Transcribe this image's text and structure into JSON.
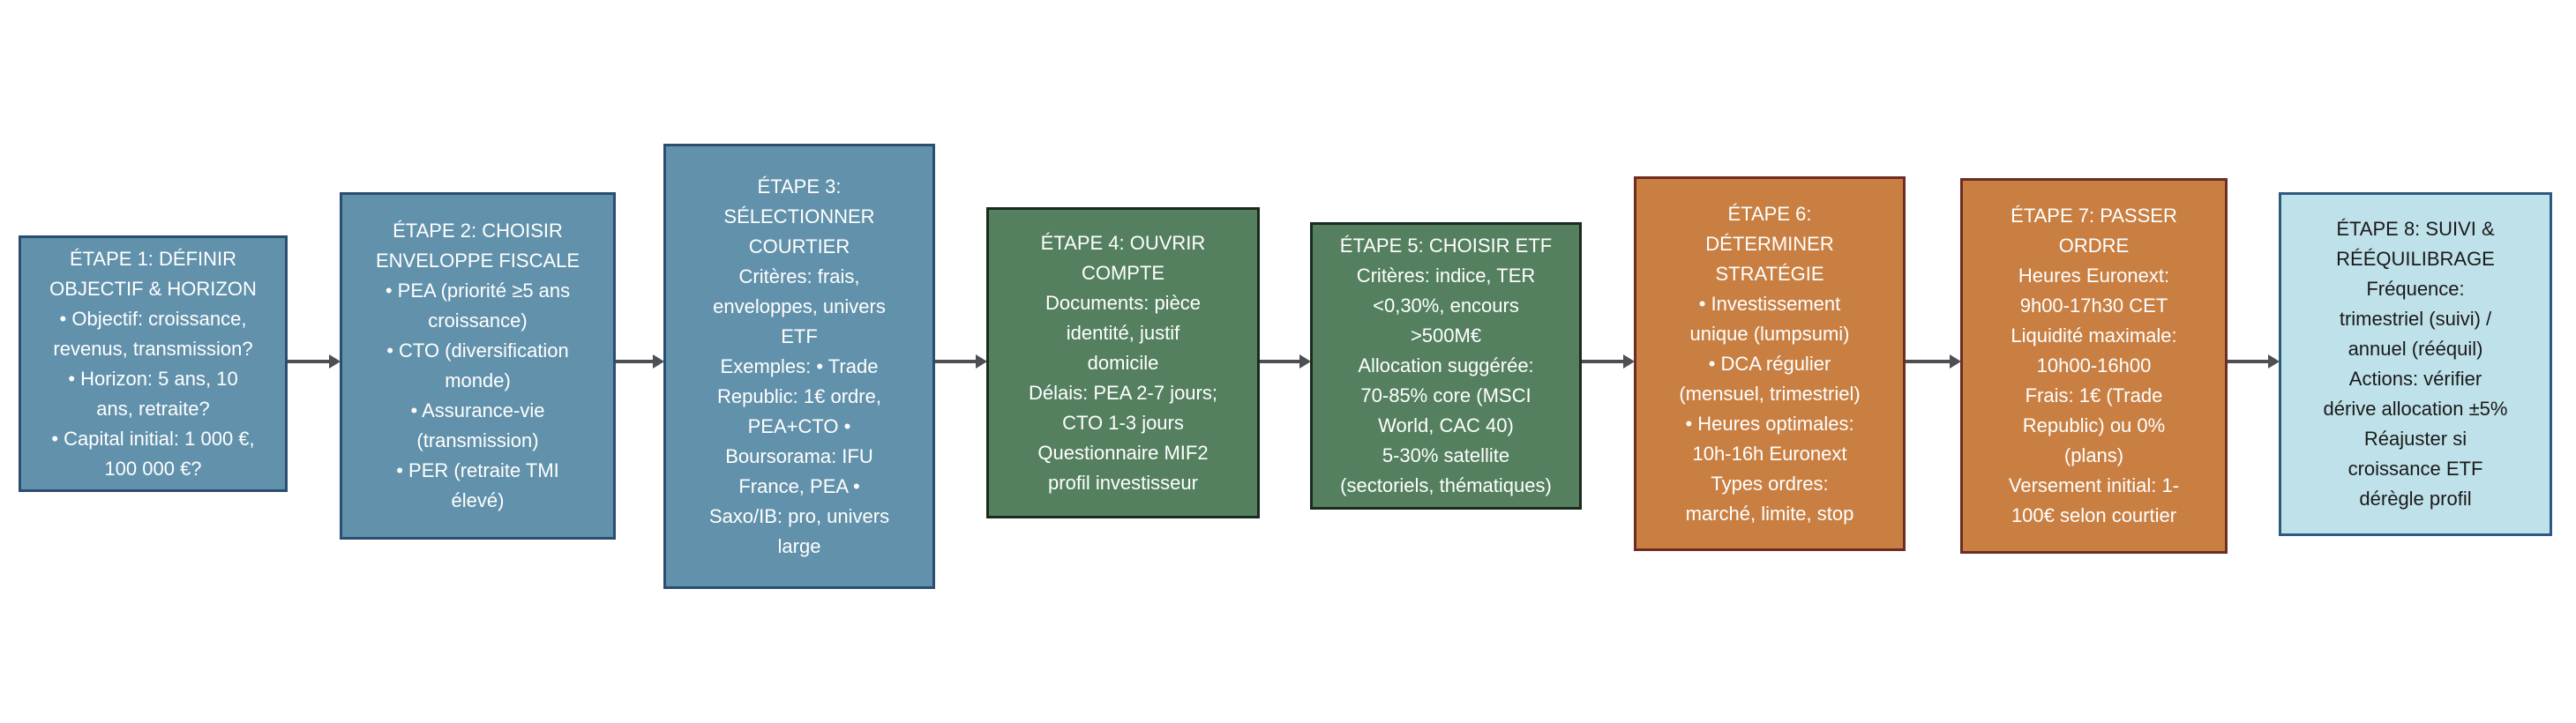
{
  "diagram": {
    "arrow_color": "#4d4f54",
    "steps": [
      {
        "title": "ÉTAPE 1: DÉFINIR\nOBJECTIF & HORIZON",
        "body": "• Objectif: croissance,\nrevenus, transmission?\n• Horizon: 5 ans, 10\nans, retraite?\n• Capital initial: 1 000 €,\n100 000 €?",
        "fill": "#6292ab",
        "border": "#2b4d6f",
        "text_color": "#ffffff"
      },
      {
        "title": "ÉTAPE 2: CHOISIR\nENVELOPPE FISCALE",
        "body": "• PEA (priorité ≥5 ans\ncroissance)\n• CTO (diversification\nmonde)\n• Assurance-vie\n(transmission)\n• PER (retraite TMI\nélevé)",
        "fill": "#6292ab",
        "border": "#2b4d6f",
        "text_color": "#ffffff"
      },
      {
        "title": "ÉTAPE 3:\nSÉLECTIONNER\nCOURTIER",
        "body": "Critères: frais,\nenveloppes, univers\nETF\nExemples: • Trade\nRepublic: 1€ ordre,\nPEA+CTO •\nBoursorama: IFU\nFrance, PEA •\nSaxo/IB: pro, univers\nlarge",
        "fill": "#6292ab",
        "border": "#2b4d6f",
        "text_color": "#ffffff"
      },
      {
        "title": "ÉTAPE 4: OUVRIR\nCOMPTE",
        "body": "Documents: pièce\nidentité, justif\ndomicile\nDélais: PEA 2-7 jours;\nCTO 1-3 jours\nQuestionnaire MIF2\nprofil investisseur",
        "fill": "#54805f",
        "border": "#1b2a1e",
        "text_color": "#ffffff"
      },
      {
        "title": "ÉTAPE 5: CHOISIR ETF",
        "body": "Critères: indice, TER\n<0,30%, encours\n>500M€\nAllocation suggérée:\n70-85% core (MSCI\nWorld, CAC 40)\n5-30% satellite\n(sectoriels, thématiques)",
        "fill": "#54805f",
        "border": "#1b2a1e",
        "text_color": "#ffffff"
      },
      {
        "title": "ÉTAPE 6:\nDÉTERMINER\nSTRATÉGIE",
        "body": "• Investissement\nunique (lumpsumi)\n• DCA régulier\n(mensuel, trimestriel)\n• Heures optimales:\n10h-16h Euronext\nTypes ordres:\nmarché, limite, stop",
        "fill": "#c97f42",
        "border": "#6e2c22",
        "text_color": "#ffffff"
      },
      {
        "title": "ÉTAPE 7: PASSER\nORDRE",
        "body": "Heures Euronext:\n9h00-17h30 CET\nLiquidité maximale:\n10h00-16h00\nFrais: 1€ (Trade\nRepublic) ou 0%\n(plans)\nVersement initial: 1-\n100€ selon courtier",
        "fill": "#c97f42",
        "border": "#6e2c22",
        "text_color": "#ffffff"
      },
      {
        "title": "ÉTAPE 8: SUIVI &\nRÉÉQUILIBRAGE",
        "body": "Fréquence:\ntrimestriel (suivi) /\nannuel (rééquil)\nActions: vérifier\ndérive allocation ±5%\nRéajuster si\ncroissance ETF\ndérègle profil",
        "fill": "#bfe1ea",
        "border": "#2e5a80",
        "text_color": "#1a1a1a"
      }
    ]
  }
}
